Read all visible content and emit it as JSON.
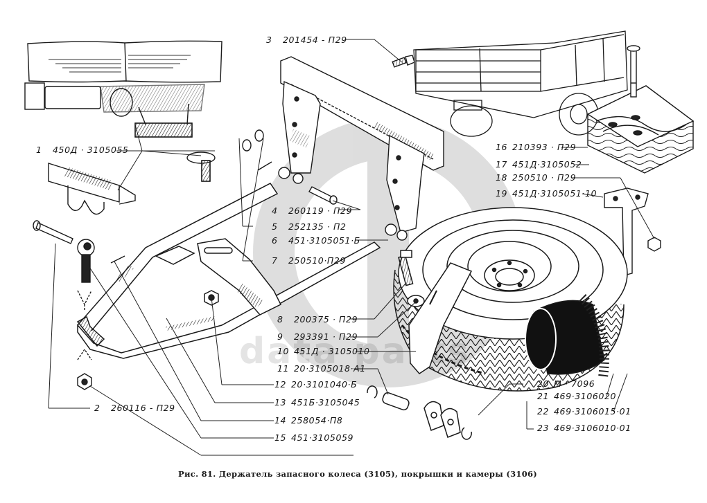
{
  "figure": {
    "caption": "Рис. 81. Держатель запасного колеса (3105), покрышки и камеры (3106)",
    "watermark": "data parts",
    "callouts": [
      {
        "num": "1",
        "part": "450Д · 3105055"
      },
      {
        "num": "2",
        "part": "260116 - П29"
      },
      {
        "num": "3",
        "part": "201454 - П29"
      },
      {
        "num": "4",
        "part": "260119 · П29"
      },
      {
        "num": "5",
        "part": "252135 · П2"
      },
      {
        "num": "6",
        "part": "451·3105051·Б"
      },
      {
        "num": "7",
        "part": "250510·П29"
      },
      {
        "num": "8",
        "part": "200375 · П29"
      },
      {
        "num": "9",
        "part": "293391 · П29"
      },
      {
        "num": "10",
        "part": "451Д · 3105010"
      },
      {
        "num": "11",
        "part": "20·3105018·А1"
      },
      {
        "num": "12",
        "part": "20·3101040·Б"
      },
      {
        "num": "13",
        "part": "451Б·3105045"
      },
      {
        "num": "14",
        "part": "258054·П8"
      },
      {
        "num": "15",
        "part": "451·3105059"
      },
      {
        "num": "16",
        "part": "210393 · П29"
      },
      {
        "num": "17",
        "part": "451Д·3105052"
      },
      {
        "num": "18",
        "part": "250510 · П29"
      },
      {
        "num": "19",
        "part": "451Д·3105051·10"
      },
      {
        "num": "20",
        "part": "М · 7096"
      },
      {
        "num": "21",
        "part": "469·3106020"
      },
      {
        "num": "22",
        "part": "469·3106015·01"
      },
      {
        "num": "23",
        "part": "469·3106010·01"
      }
    ],
    "components": [
      "truck-rear-view-spare-wheel",
      "truck-side-view",
      "wooden-block-with-bolt",
      "cross-member-with-brackets",
      "spare-wheel-carrier-frame",
      "spare-tire-and-wheel",
      "inner-tube",
      "clamp-plate",
      "bolts-nuts-pins"
    ]
  }
}
